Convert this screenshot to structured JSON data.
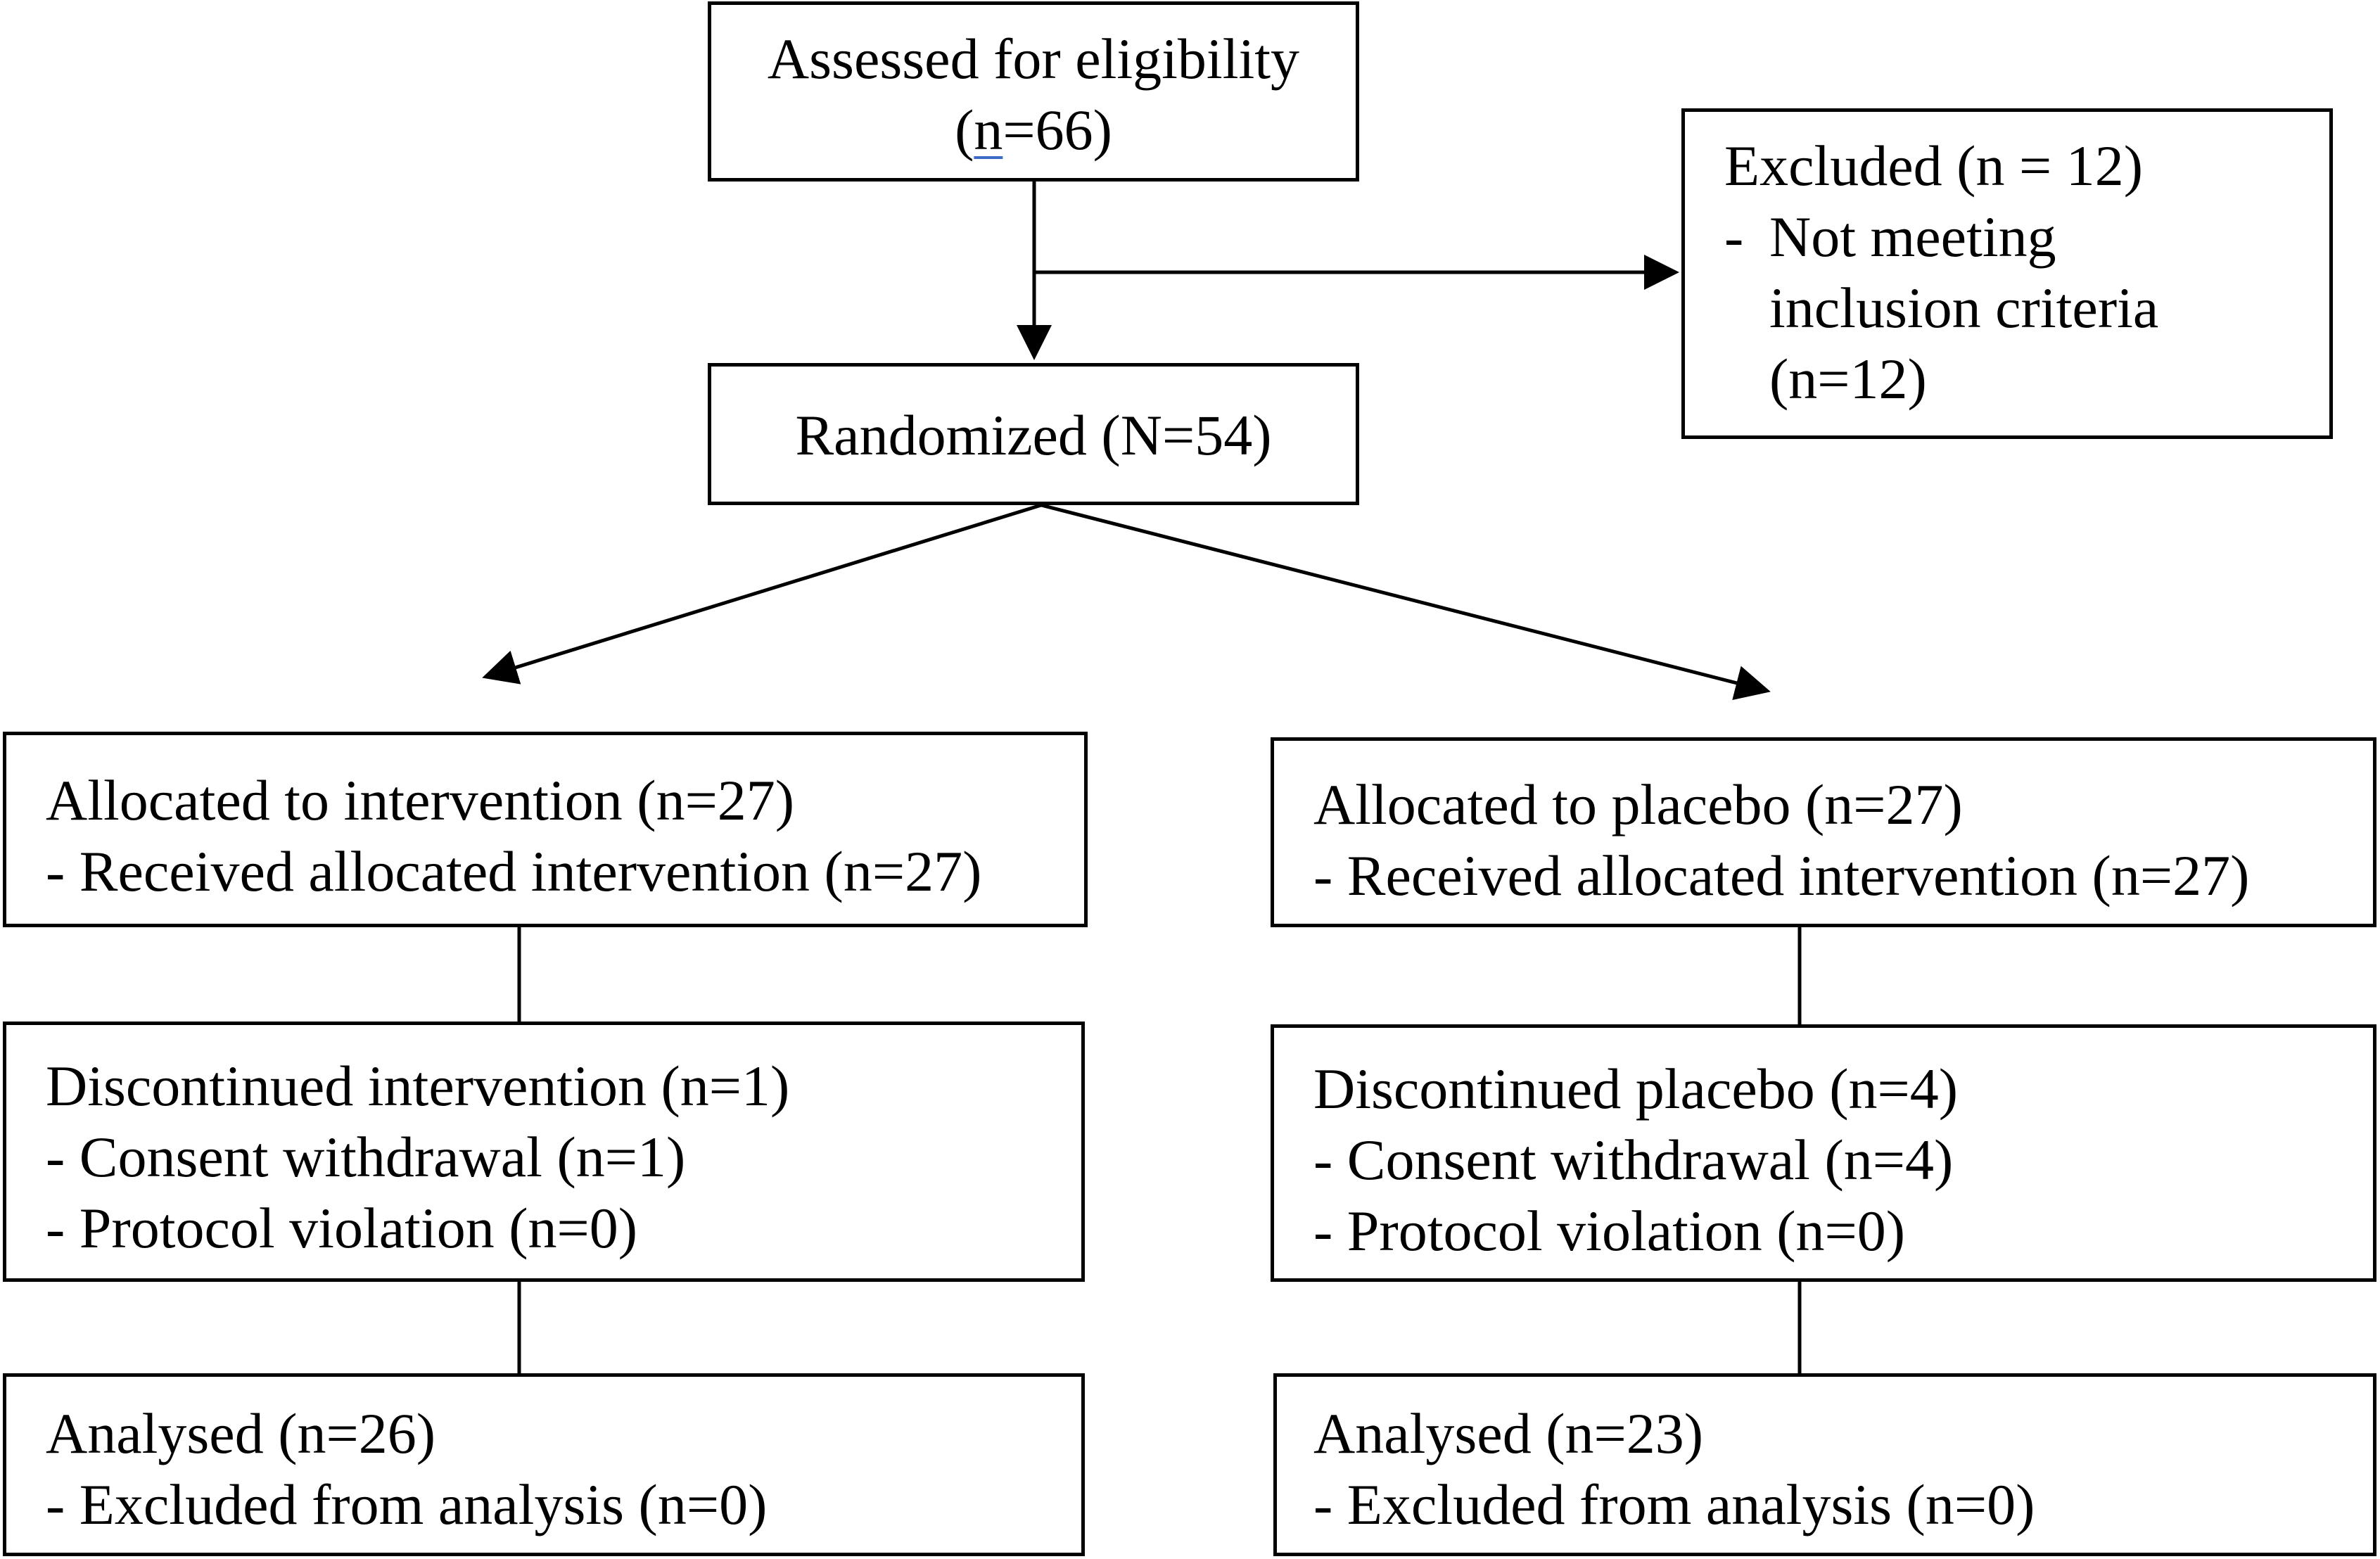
{
  "assessed": {
    "title": "Assessed for eligibility",
    "count_open": "(",
    "count_n": "n",
    "count_rest": "=66)"
  },
  "excluded": {
    "title": "Excluded (n = 12)",
    "bullet": "-",
    "reason_line1": "Not meeting",
    "reason_line2": "inclusion criteria",
    "reason_line3": "(n=12)"
  },
  "randomized": {
    "title": "Randomized (N=54)"
  },
  "intervention": {
    "allocated": {
      "title": "Allocated to intervention (n=27)",
      "received": "- Received allocated intervention (n=27)"
    },
    "discontinued": {
      "title": "Discontinued intervention (n=1)",
      "consent": "- Consent withdrawal (n=1)",
      "protocol": "- Protocol violation (n=0)"
    },
    "analysed": {
      "title": "Analysed (n=26)",
      "excluded": "- Excluded from analysis (n=0)"
    }
  },
  "placebo": {
    "allocated": {
      "title": "Allocated to placebo (n=27)",
      "received": "- Received allocated intervention (n=27)"
    },
    "discontinued": {
      "title": "Discontinued placebo (n=4)",
      "consent": "- Consent withdrawal (n=4)",
      "protocol": "- Protocol violation (n=0)"
    },
    "analysed": {
      "title": "Analysed (n=23)",
      "excluded": "- Excluded from analysis (n=0)"
    }
  },
  "colors": {
    "line": "#000000",
    "background": "#ffffff",
    "underline_accent": "#3b6cc8"
  }
}
